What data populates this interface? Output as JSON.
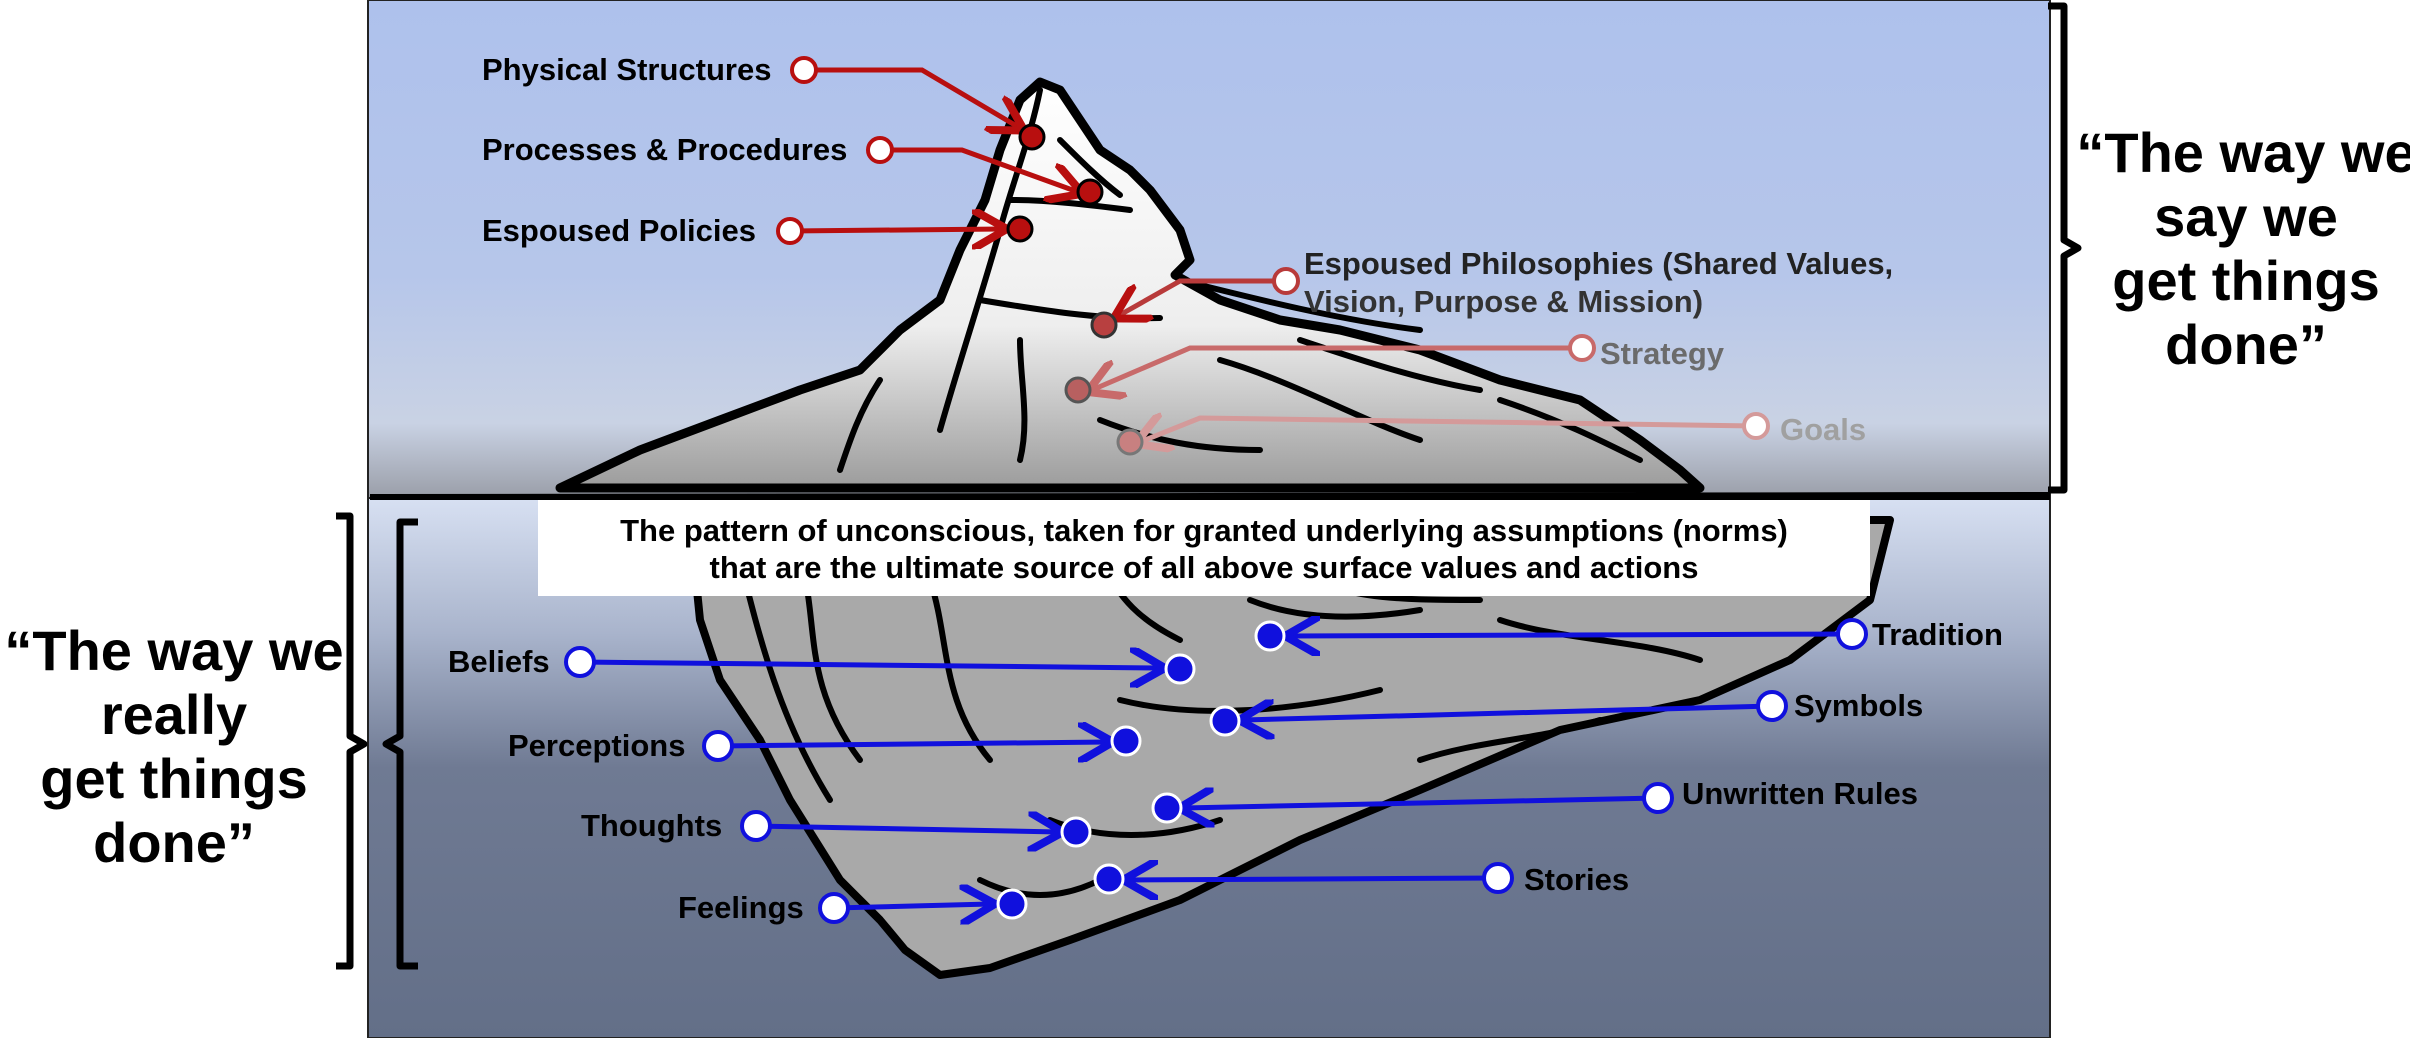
{
  "colors": {
    "sky_top": "#aec1ec",
    "sky_bottom": "#cfd6e2",
    "water_top": "#d6e0f2",
    "water_bottom": "#64708b",
    "ice": "#f4f4f4",
    "underwater_ice": "#a9a9a9",
    "red": "#b80f0f",
    "red_soft": "#c86a6a",
    "red_faint": "#d49a9a",
    "blue": "#1010dd",
    "outline": "#000000"
  },
  "top_caption": [
    "“The way we",
    "say we",
    "get things",
    "done”"
  ],
  "bottom_caption": [
    "“The way we",
    "really",
    "get things",
    "done”"
  ],
  "assumptions_box": {
    "line1": "The pattern of unconscious, taken for granted underlying assumptions (norms)",
    "line2": "that are the ultimate source of all above surface values and actions"
  },
  "above_labels": {
    "physical_structures": "Physical Structures",
    "processes": "Processes & Procedures",
    "espoused_policies": "Espoused Policies",
    "philosophies_line1": "Espoused Philosophies (Shared Values,",
    "philosophies_line2": "Vision, Purpose & Mission)",
    "strategy": "Strategy",
    "goals": "Goals"
  },
  "below_labels": {
    "beliefs": "Beliefs",
    "perceptions": "Perceptions",
    "thoughts": "Thoughts",
    "feelings": "Feelings",
    "tradition": "Tradition",
    "symbols": "Symbols",
    "unwritten_rules": "Unwritten Rules",
    "stories": "Stories"
  }
}
